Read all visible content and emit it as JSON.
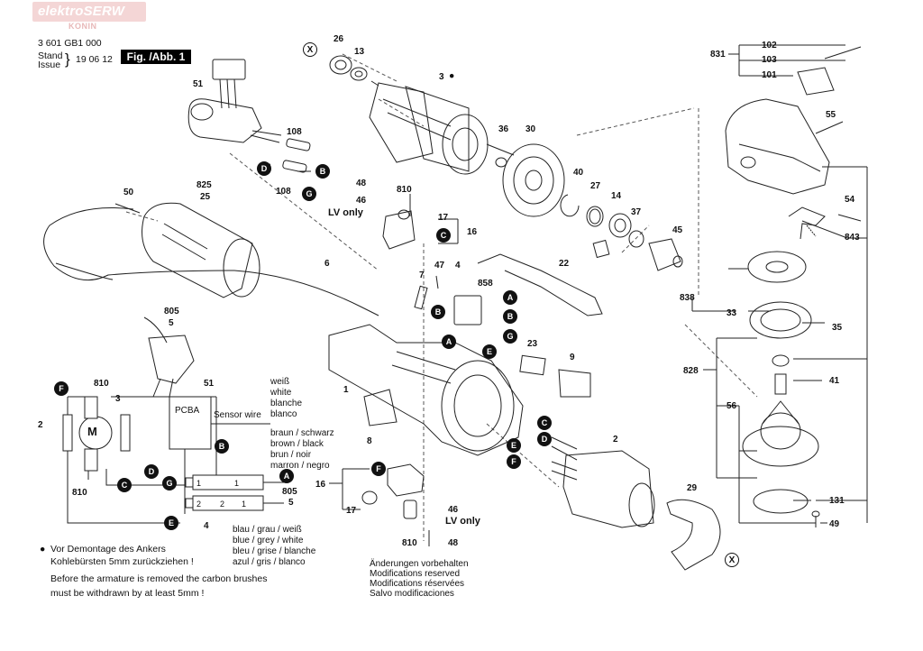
{
  "watermark": {
    "brand": "elektroSERW",
    "city": "KONIN"
  },
  "header": {
    "part_number": "3 601 GB1 000",
    "stand_label": "Stand",
    "issue_label": "Issue",
    "date": "19 06 12",
    "figure_label": "Fig. /Abb. 1"
  },
  "part_labels": [
    "26",
    "13",
    "3",
    "51",
    "108",
    "108",
    "48",
    "46",
    "810",
    "LV only",
    "17",
    "16",
    "36",
    "30",
    "40",
    "27",
    "14",
    "37",
    "45",
    "102",
    "103",
    "101",
    "831",
    "55",
    "54",
    "843",
    "838",
    "50",
    "825",
    "25",
    "6",
    "7",
    "47",
    "4",
    "858",
    "22",
    "23",
    "9",
    "805",
    "5",
    "1",
    "8",
    "2",
    "29",
    "33",
    "35",
    "828",
    "56",
    "41",
    "131",
    "49",
    "16",
    "17",
    "46",
    "LV only",
    "810",
    "48"
  ],
  "markers": {
    "A": "A",
    "B": "B",
    "C": "C",
    "D": "D",
    "E": "E",
    "F": "F",
    "G": "G",
    "X": "X"
  },
  "wiring": {
    "pcba": "PCBA",
    "sensor_wire": "Sensor wire",
    "motor": "M",
    "labels_left": [
      "F",
      "810",
      "3",
      "2",
      "810",
      "C",
      "G",
      "E",
      "4"
    ],
    "color_white": [
      "weiß",
      "white",
      "blanche",
      "blanco"
    ],
    "color_black": [
      "braun  / schwarz",
      "brown  / black",
      "brun    / noir",
      "marron / negro"
    ],
    "color_grey": [
      "blau / grau / weiß",
      "blue / grey / white",
      "bleu / grise / blanche",
      "azul / gris / blanco"
    ],
    "num_51": "51",
    "num_805": "805",
    "num_5": "5",
    "num_2": "2",
    "num_1": "1"
  },
  "notes": {
    "de_1": "Vor Demontage des Ankers",
    "de_2": "Kohlebürsten 5mm zurückziehen !",
    "en_1": "Before the armature is removed the carbon brushes",
    "en_2": "must be withdrawn by at least 5mm !",
    "mod_de": "Änderungen vorbehalten",
    "mod_en": "Modifications reserved",
    "mod_fr": "Modifications réservées",
    "mod_es": "Salvo modificaciones"
  }
}
